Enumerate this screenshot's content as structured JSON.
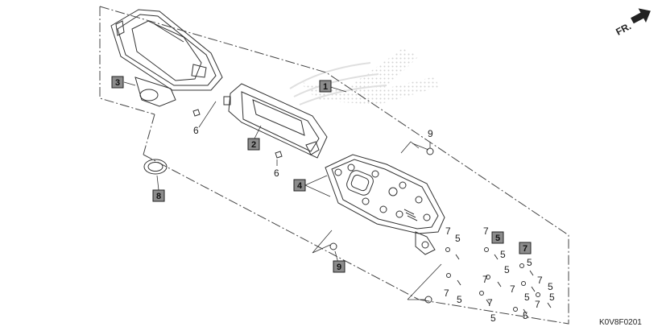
{
  "direction": {
    "label": "FR."
  },
  "diagram_code": "K0V8F0201",
  "callouts": {
    "boxed": {
      "c1": "1",
      "c2": "2",
      "c3": "3",
      "c4": "4",
      "c5": "5",
      "c7": "7",
      "c8": "8",
      "c9": "9"
    },
    "plain": {
      "p6a": "6",
      "p6b": "6",
      "p9": "9",
      "p7a": "7",
      "p5a": "5",
      "p7b": "7",
      "p5b": "5",
      "p7c": "7",
      "p5c": "5",
      "p7d": "7",
      "p5d": "5",
      "p7e": "7",
      "p5e": "5",
      "p5f": "5",
      "p7f": "7",
      "p7g": "7",
      "p5g": "5",
      "p5h": "5",
      "p7h": "7",
      "p5i": "5",
      "p5j": "5"
    }
  },
  "colors": {
    "line": "#333333",
    "box_fill": "#8c8c8c",
    "watermark": "#d6d6d6"
  }
}
